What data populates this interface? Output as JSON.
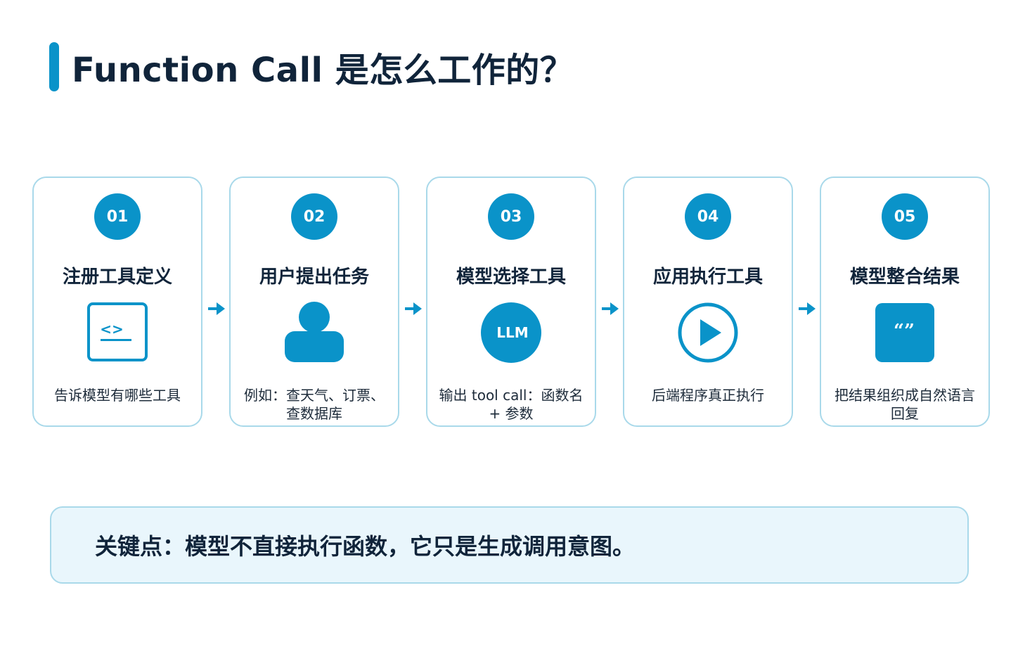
{
  "title": "Function Call 是怎么工作的？",
  "accent_color": "#0a93c9",
  "steps": [
    {
      "number": "01",
      "title": "注册工具定义",
      "icon": "code-window-icon",
      "icon_text": "<>",
      "desc": "告诉模型有哪些工具"
    },
    {
      "number": "02",
      "title": "用户提出任务",
      "icon": "user-icon",
      "desc": "例如：查天气、订票、查数据库"
    },
    {
      "number": "03",
      "title": "模型选择工具",
      "icon": "llm-icon",
      "icon_text": "LLM",
      "desc": "输出 tool call：函数名 + 参数"
    },
    {
      "number": "04",
      "title": "应用执行工具",
      "icon": "play-icon",
      "desc": "后端程序真正执行"
    },
    {
      "number": "05",
      "title": "模型整合结果",
      "icon": "quote-icon",
      "icon_text": "“”",
      "desc": "把结果组织成自然语言回复"
    }
  ],
  "callout": "关键点：模型不直接执行函数，它只是生成调用意图。"
}
